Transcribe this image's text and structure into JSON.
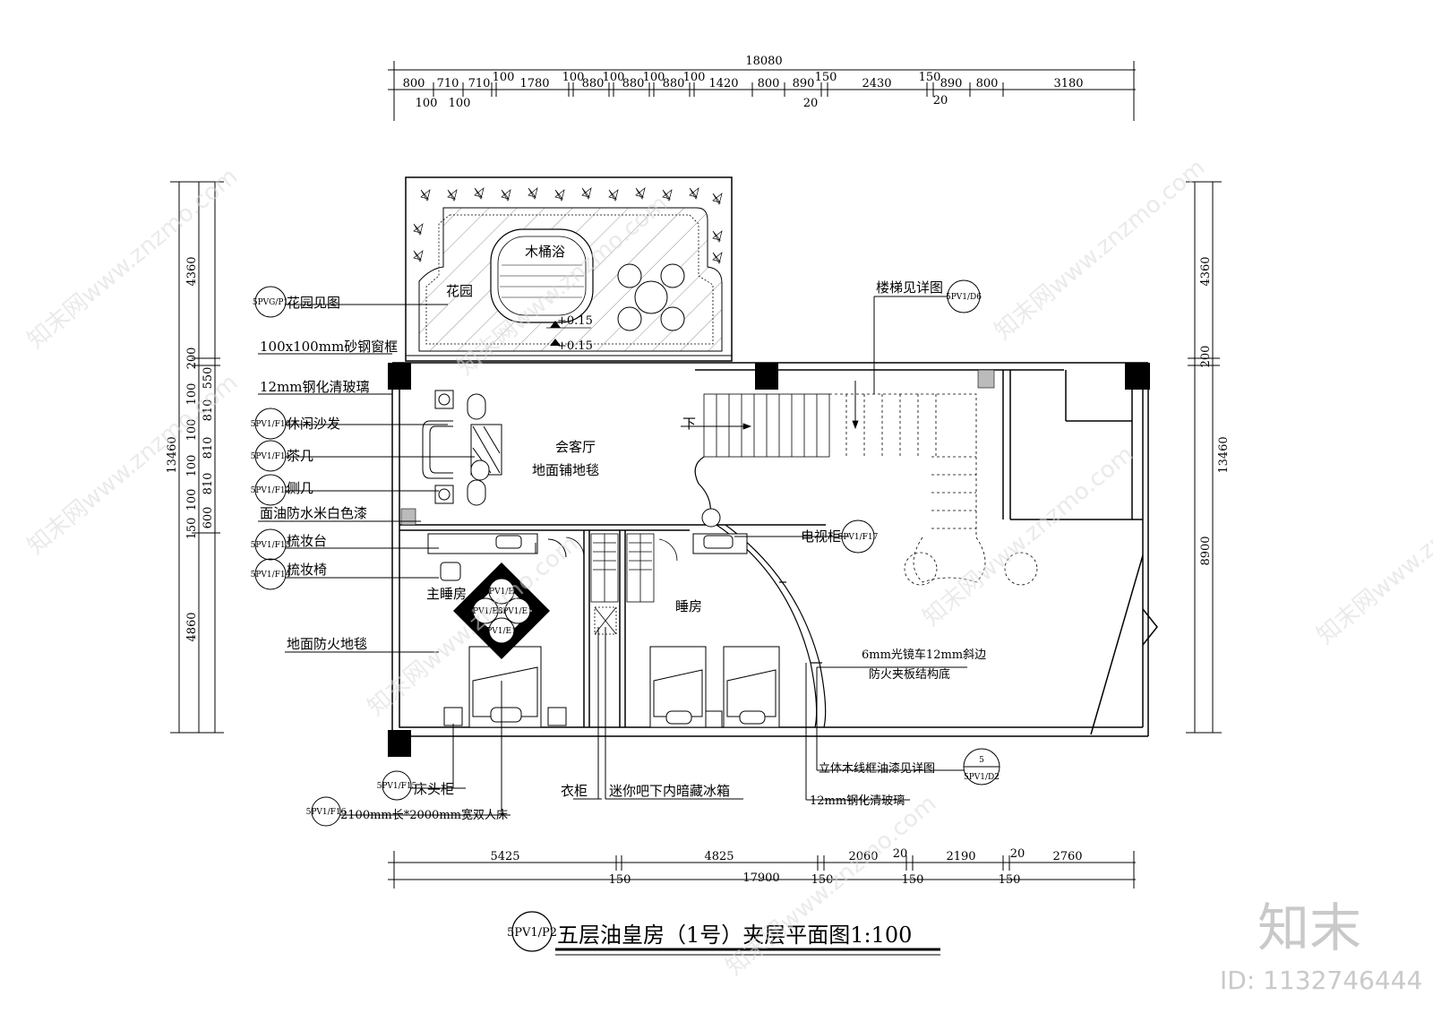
{
  "top_dims": {
    "total": "18080",
    "row": [
      "800",
      "710",
      "710",
      "100",
      "1780",
      "100",
      "880",
      "100",
      "880",
      "100",
      "880",
      "100",
      "1420",
      "800",
      "890",
      "150",
      "2430",
      "150",
      "890",
      "800",
      "3180"
    ],
    "sub": [
      "100",
      "100",
      "20",
      "20"
    ]
  },
  "bottom_dims": {
    "row": [
      "5425",
      "4825",
      "2060",
      "20",
      "2190",
      "20",
      "2760"
    ],
    "sub": [
      "150",
      "17900",
      "150",
      "150",
      "150"
    ]
  },
  "left_dims": {
    "total": "13460",
    "segments": [
      "4360",
      "200",
      "4860"
    ],
    "inner": [
      "550",
      "810",
      "810",
      "810",
      "100",
      "100",
      "100",
      "100",
      "150",
      "600"
    ]
  },
  "right_dims": {
    "total": "13460",
    "segments": [
      "4360",
      "200",
      "8900"
    ]
  },
  "rooms": {
    "garden": "花园",
    "tub": "木桶浴",
    "elev1": "+0.15",
    "elev2": "+0.15",
    "lounge": "会客厅",
    "lounge_floor": "地面铺地毯",
    "master": "主睡房",
    "bedroom": "睡房",
    "down": "下"
  },
  "left_labels": [
    {
      "tag": "5PVG/P1",
      "text": "花园见图"
    },
    {
      "tag": "",
      "text": "100x100mm砂钢窗框"
    },
    {
      "tag": "",
      "text": "12mm钢化清玻璃"
    },
    {
      "tag": "5PV1/F10",
      "text": "休闲沙发"
    },
    {
      "tag": "5PV1/F11",
      "text": "茶几"
    },
    {
      "tag": "5PV1/F12",
      "text": "侧几"
    },
    {
      "tag": "",
      "text": "面油防水米白色漆"
    },
    {
      "tag": "5PV1/F13",
      "text": "梳妆台"
    },
    {
      "tag": "5PV1/F14",
      "text": "梳妆椅"
    },
    {
      "tag": "",
      "text": "地面防火地毯"
    }
  ],
  "right_labels": {
    "stairs": "楼梯见详图",
    "stairs_tag": "5PV1/D6",
    "tv": "电视柜",
    "tv_tag": "5PV1/F17",
    "mirror1": "6mm光镜车12mm斜边",
    "mirror2": "防火夹板结构底",
    "frame": "立体木线框油漆见详图",
    "frame_tag_num": "5",
    "frame_tag": "5PV1/D2",
    "glass": "12mm钢化清玻璃"
  },
  "bottom_labels": {
    "nightstand_tag": "5PV1/F15",
    "nightstand": "床头柜",
    "bed_tag": "5PV1/F16",
    "bed": "2100mm长*2000mm宽双人床",
    "wardrobe": "衣柜",
    "minibar": "迷你吧下内暗藏冰箱"
  },
  "wall_tags": [
    "5PV1/E9",
    "5PV1/E8",
    "5PV1/E10",
    "5PV1/E11"
  ],
  "title": {
    "tag": "5PV1/P2",
    "text": "五层油皇房（1号）夹层平面图1:100"
  },
  "watermark": {
    "site": "知末网www.znzmo.com",
    "logo": "知末",
    "id": "ID: 1132746444"
  }
}
